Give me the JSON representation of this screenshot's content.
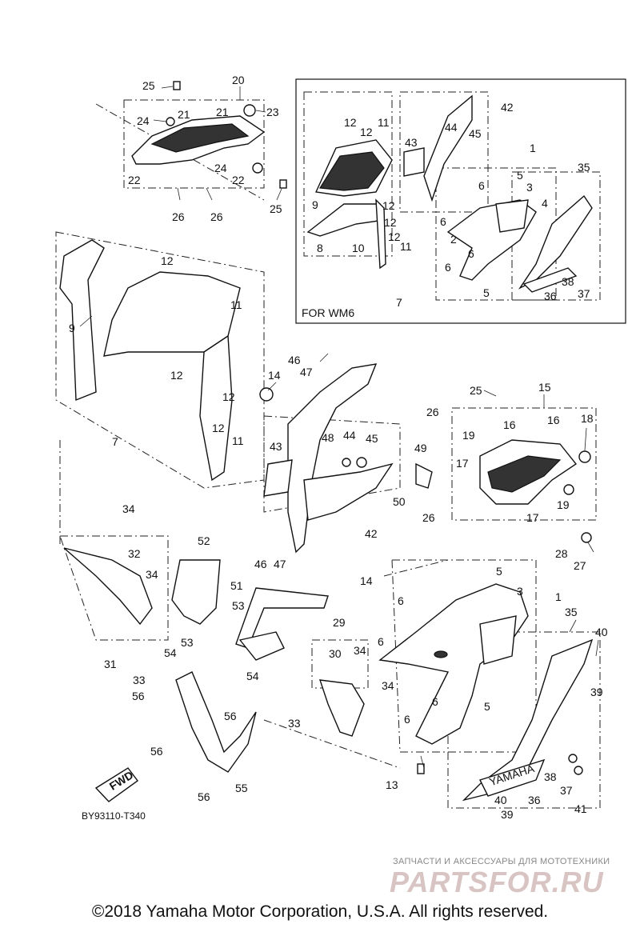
{
  "diagram_code": "BY93110-T340",
  "inset_label": "FOR WM6",
  "fwd_label": "FWD",
  "footer": "©2018 Yamaha Motor Corporation, U.S.A. All rights reserved.",
  "watermark": {
    "tagline": "ЗАПЧАСТИ И АКСЕССУАРЫ ДЛЯ МОТОТЕХНИКИ",
    "brand": "PARTSFOR.RU"
  },
  "callouts": [
    {
      "id": "c25a",
      "text": "25"
    },
    {
      "id": "c20",
      "text": "20"
    },
    {
      "id": "c21a",
      "text": "21"
    },
    {
      "id": "c21b",
      "text": "21"
    },
    {
      "id": "c23",
      "text": "23"
    },
    {
      "id": "c24a",
      "text": "24"
    },
    {
      "id": "c22a",
      "text": "22"
    },
    {
      "id": "c24b",
      "text": "24"
    },
    {
      "id": "c22b",
      "text": "22"
    },
    {
      "id": "c26a",
      "text": "26"
    },
    {
      "id": "c26b",
      "text": "26"
    },
    {
      "id": "c25b",
      "text": "25"
    },
    {
      "id": "c12a",
      "text": "12"
    },
    {
      "id": "c11a",
      "text": "11"
    },
    {
      "id": "c9a",
      "text": "9"
    },
    {
      "id": "c12b",
      "text": "12"
    },
    {
      "id": "c14a",
      "text": "14"
    },
    {
      "id": "c12c",
      "text": "12"
    },
    {
      "id": "c12d",
      "text": "12"
    },
    {
      "id": "c11b",
      "text": "11"
    },
    {
      "id": "c7a",
      "text": "7"
    },
    {
      "id": "c46a",
      "text": "46"
    },
    {
      "id": "c47a",
      "text": "47"
    },
    {
      "id": "c43a",
      "text": "43"
    },
    {
      "id": "c48",
      "text": "48"
    },
    {
      "id": "c44a",
      "text": "44"
    },
    {
      "id": "c45a",
      "text": "45"
    },
    {
      "id": "c49",
      "text": "49"
    },
    {
      "id": "c50",
      "text": "50"
    },
    {
      "id": "c42a",
      "text": "42"
    },
    {
      "id": "c46b",
      "text": "46"
    },
    {
      "id": "c47b",
      "text": "47"
    },
    {
      "id": "c25c",
      "text": "25"
    },
    {
      "id": "c15",
      "text": "15"
    },
    {
      "id": "c26c",
      "text": "26"
    },
    {
      "id": "c19a",
      "text": "19"
    },
    {
      "id": "c16a",
      "text": "16"
    },
    {
      "id": "c16b",
      "text": "16"
    },
    {
      "id": "c18",
      "text": "18"
    },
    {
      "id": "c17a",
      "text": "17"
    },
    {
      "id": "c19b",
      "text": "19"
    },
    {
      "id": "c26d",
      "text": "26"
    },
    {
      "id": "c17b",
      "text": "17"
    },
    {
      "id": "c28",
      "text": "28"
    },
    {
      "id": "c27",
      "text": "27"
    },
    {
      "id": "c34a",
      "text": "34"
    },
    {
      "id": "c32",
      "text": "32"
    },
    {
      "id": "c34b",
      "text": "34"
    },
    {
      "id": "c52",
      "text": "52"
    },
    {
      "id": "c31",
      "text": "31"
    },
    {
      "id": "c51",
      "text": "51"
    },
    {
      "id": "c53a",
      "text": "53"
    },
    {
      "id": "c53b",
      "text": "53"
    },
    {
      "id": "c54a",
      "text": "54"
    },
    {
      "id": "c54b",
      "text": "54"
    },
    {
      "id": "c33a",
      "text": "33"
    },
    {
      "id": "c56a",
      "text": "56"
    },
    {
      "id": "c56b",
      "text": "56"
    },
    {
      "id": "c56c",
      "text": "56"
    },
    {
      "id": "c56d",
      "text": "56"
    },
    {
      "id": "c55",
      "text": "55"
    },
    {
      "id": "c29",
      "text": "29"
    },
    {
      "id": "c30",
      "text": "30"
    },
    {
      "id": "c34c",
      "text": "34"
    },
    {
      "id": "c34d",
      "text": "34"
    },
    {
      "id": "c33b",
      "text": "33"
    },
    {
      "id": "c14b",
      "text": "14"
    },
    {
      "id": "c5a",
      "text": "5"
    },
    {
      "id": "c6a",
      "text": "6"
    },
    {
      "id": "c3a",
      "text": "3"
    },
    {
      "id": "c1a",
      "text": "1"
    },
    {
      "id": "c6b",
      "text": "6"
    },
    {
      "id": "c6c",
      "text": "6"
    },
    {
      "id": "c6d",
      "text": "6"
    },
    {
      "id": "c5b",
      "text": "5"
    },
    {
      "id": "c13",
      "text": "13"
    },
    {
      "id": "c35a",
      "text": "35"
    },
    {
      "id": "c40a",
      "text": "40"
    },
    {
      "id": "c39a",
      "text": "39"
    },
    {
      "id": "c38a",
      "text": "38"
    },
    {
      "id": "c37a",
      "text": "37"
    },
    {
      "id": "c41",
      "text": "41"
    },
    {
      "id": "c36a",
      "text": "36"
    },
    {
      "id": "c40b",
      "text": "40"
    },
    {
      "id": "c39b",
      "text": "39"
    },
    {
      "id": "i12a",
      "text": "12"
    },
    {
      "id": "i12b",
      "text": "12"
    },
    {
      "id": "i11a",
      "text": "11"
    },
    {
      "id": "i9",
      "text": "9"
    },
    {
      "id": "i12c",
      "text": "12"
    },
    {
      "id": "i12d",
      "text": "12"
    },
    {
      "id": "i8",
      "text": "8"
    },
    {
      "id": "i10",
      "text": "10"
    },
    {
      "id": "i11b",
      "text": "11"
    },
    {
      "id": "i12e",
      "text": "12"
    },
    {
      "id": "i7",
      "text": "7"
    },
    {
      "id": "i43",
      "text": "43"
    },
    {
      "id": "i44",
      "text": "44"
    },
    {
      "id": "i45",
      "text": "45"
    },
    {
      "id": "i42",
      "text": "42"
    },
    {
      "id": "i1",
      "text": "1"
    },
    {
      "id": "i35",
      "text": "35"
    },
    {
      "id": "i5a",
      "text": "5"
    },
    {
      "id": "i6a",
      "text": "6"
    },
    {
      "id": "i3",
      "text": "3"
    },
    {
      "id": "i4",
      "text": "4"
    },
    {
      "id": "i6b",
      "text": "6"
    },
    {
      "id": "i2",
      "text": "2"
    },
    {
      "id": "i6c",
      "text": "6"
    },
    {
      "id": "i6d",
      "text": "6"
    },
    {
      "id": "i5b",
      "text": "5"
    },
    {
      "id": "i38",
      "text": "38"
    },
    {
      "id": "i37",
      "text": "37"
    },
    {
      "id": "i36",
      "text": "36"
    }
  ]
}
